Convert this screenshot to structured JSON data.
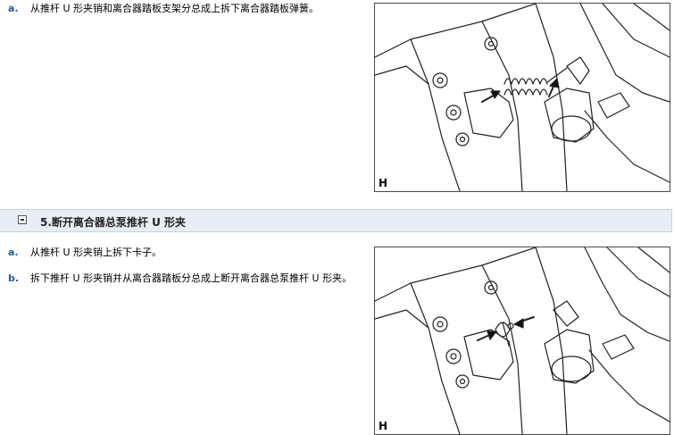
{
  "section_a": {
    "steps": [
      {
        "letter": "a.",
        "text": "从推杆 U 形夹销和离合器踏板支架分总成上拆下离合器踏板弹簧。"
      }
    ],
    "figure": {
      "code": "H"
    }
  },
  "section_header": {
    "title": "5.断开离合器总泵推杆 U 形夹",
    "toggle_icon": "collapse-minus-icon"
  },
  "section_b": {
    "steps": [
      {
        "letter": "a.",
        "text": "从推杆 U 形夹销上拆下卡子。"
      },
      {
        "letter": "b.",
        "text": "拆下推杆 U 形夹销并从离合器踏板分总成上断开离合器总泵推杆 U 形夹。"
      }
    ],
    "figure": {
      "code": "H"
    }
  },
  "colors": {
    "step_letter": "#1f5c9c",
    "header_bg": "#e8eef5",
    "figure_border": "#4a4a4a"
  }
}
